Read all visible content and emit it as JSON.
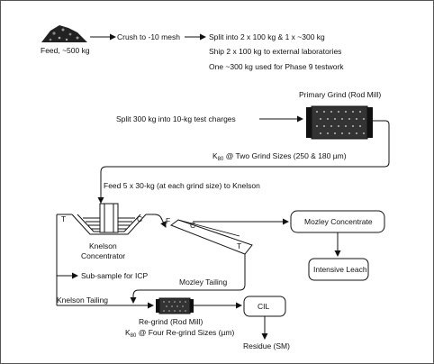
{
  "feed": {
    "label": "Feed, ~500 kg"
  },
  "steps": {
    "crush": "Crush to -10 mesh",
    "split": "Split into 2 x 100 kg & 1 x ~300 kg",
    "ship": "Ship 2 x 100 kg  to external laboratories",
    "phase": "One ~300 kg used for Phase 9 testwork",
    "split300": "Split 300 kg into 10-kg test charges",
    "primary_grind": "Primary Grind (Rod Mill)",
    "k80_two_prefix": "K",
    "k80_two_sub": "80",
    "k80_two_rest": " @ Two Grind Sizes (250 & 180 µm)",
    "feed_knelson": "Feed 5 x 30-kg (at each grind size) to Knelson",
    "knelson_line1": "Knelson",
    "knelson_line2": "Concentrator",
    "mozley_conc": "Mozley Concentrate",
    "intensive_leach": "Intensive Leach",
    "subsample": "Sub-sample for ICP",
    "mozley_tailing": "Mozley Tailing",
    "knelson_tailing": "Knelson Tailing",
    "regrind": "Re-grind (Rod Mill)",
    "k80_four_prefix": "K",
    "k80_four_sub": "80",
    "k80_four_rest": " @ Four Re-grind Sizes (µm)",
    "cil": "CIL",
    "residue": "Residue (SM)",
    "t_left": "T",
    "c_left": "C",
    "f_table": "F",
    "c_table": "C",
    "t_table": "T"
  }
}
